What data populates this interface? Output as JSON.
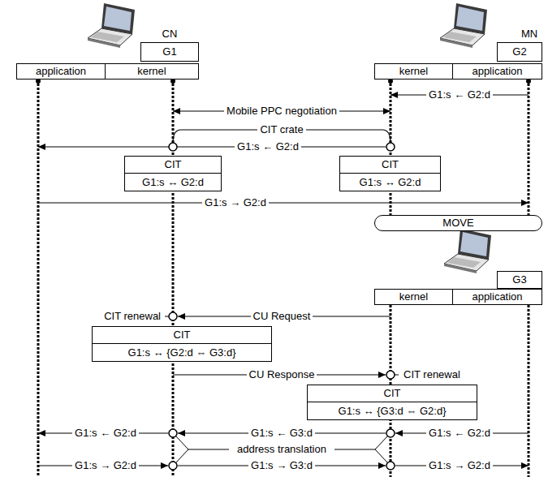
{
  "diagram": {
    "nodes": [
      {
        "text": [
          "G1"
        ]
      },
      {
        "text": [
          "application"
        ]
      },
      {
        "text": [
          "kernel"
        ]
      },
      {
        "text": [
          "G2"
        ]
      },
      {
        "text": [
          "kernel"
        ]
      },
      {
        "text": [
          "application"
        ]
      },
      {
        "text": [
          "CIT",
          "G1:s ↔ G2:d"
        ]
      },
      {
        "text": [
          "CIT",
          "G1:s ↔ G2:d"
        ]
      },
      {
        "text": [
          "MOVE"
        ]
      },
      {
        "text": [
          "G3"
        ]
      },
      {
        "text": [
          "kernel"
        ]
      },
      {
        "text": [
          "application"
        ]
      },
      {
        "text": [
          "CIT",
          "G1:s ↔ {G2:d ⇔ G3:d}"
        ]
      },
      {
        "text": [
          "CIT",
          "G1:s ↔ {G3:d ⇔ G2:d}"
        ]
      }
    ],
    "edges": [
      {
        "from": 5,
        "to": 4,
        "arrow": "to",
        "label": "G1:s ← G2:d"
      },
      {
        "from": 2,
        "to": 4,
        "arrow": "both",
        "label": "Mobile PPC negotiation"
      },
      {
        "from": 2,
        "to": 4,
        "arrow": "none",
        "label": "CIT crate"
      },
      {
        "from": 4,
        "to": 1,
        "arrow": "to",
        "label": "G1:s ← G2:d"
      },
      {
        "from": 1,
        "to": 5,
        "arrow": "to",
        "label": "G1:s → G2:d"
      },
      {
        "from": 10,
        "to": 2,
        "arrow": "to",
        "label": "CU Request"
      },
      {
        "from": 2,
        "to": 10,
        "arrow": "to",
        "label": "CU Response"
      },
      {
        "from": 11,
        "to": 10,
        "arrow": "to",
        "label": "G1:s ← G2:d"
      },
      {
        "from": 10,
        "to": 2,
        "arrow": "to",
        "label": "G1:s ← G3:d"
      },
      {
        "from": 2,
        "to": 1,
        "arrow": "to",
        "label": "G1:s ← G2:d"
      },
      {
        "from": 1,
        "to": 2,
        "arrow": "to",
        "label": "G1:s → G2:d"
      },
      {
        "from": 2,
        "to": 10,
        "arrow": "to",
        "label": "G1:s → G3:d"
      },
      {
        "from": 10,
        "to": 11,
        "arrow": "to",
        "label": "G1:s → G2:d"
      }
    ],
    "labels": [
      "CN",
      "MN",
      "CIT renewal",
      "CIT renewal",
      "address translation"
    ]
  }
}
